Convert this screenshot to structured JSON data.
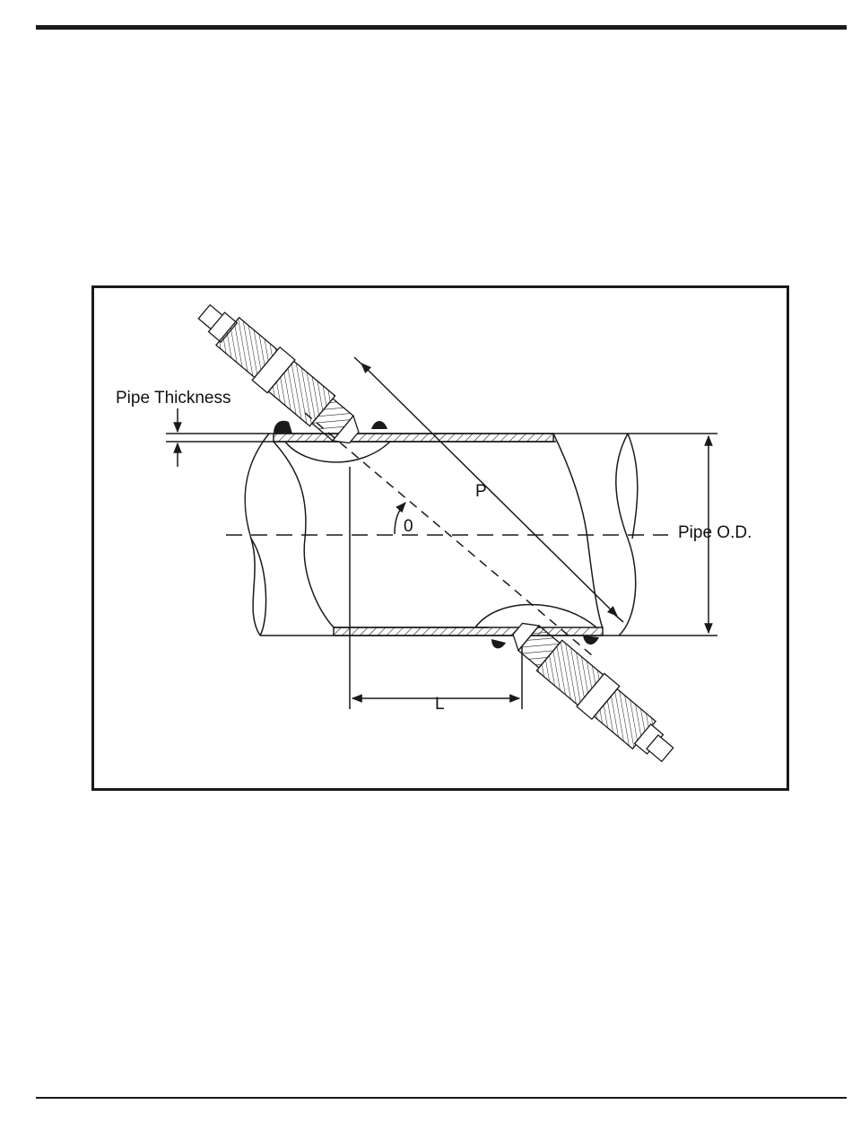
{
  "figure": {
    "labels": {
      "pipe_thickness": "Pipe Thickness",
      "path_length": "P",
      "angle": "0",
      "pipe_od": "Pipe O.D.",
      "axial_length": "L"
    }
  },
  "colors": {
    "line": "#1a1a1a",
    "background": "#ffffff"
  }
}
